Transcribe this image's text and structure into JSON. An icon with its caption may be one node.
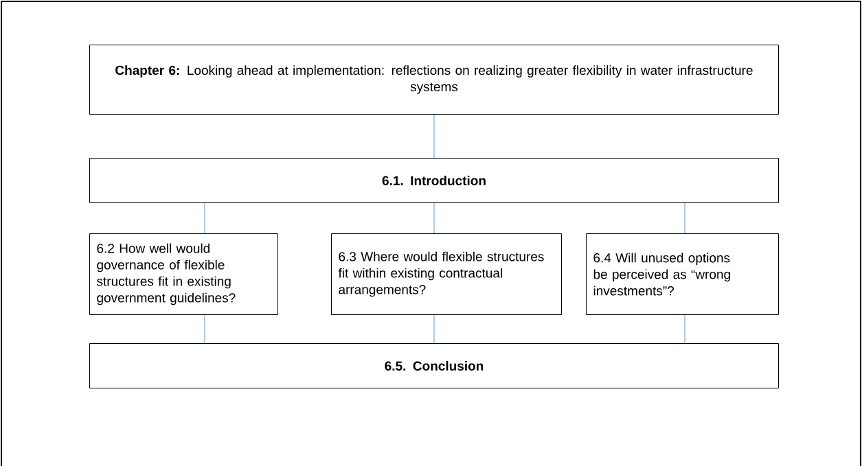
{
  "diagram": {
    "nodes": [
      {
        "text": [
          "**Chapter 6:** Looking ahead at implementation: reflections on realizing greater flexibility in water infrastructure systems"
        ]
      },
      {
        "text": [
          "6.1. Introduction"
        ]
      },
      {
        "text": [
          "6.2 How well would governance of flexible structures fit in existing government guidelines?"
        ]
      },
      {
        "text": [
          "6.3 Where would flexible structures fit within existing contractual arrangements?"
        ]
      },
      {
        "text": [
          "6.4 Will unused options be perceived as “wrong investments”?"
        ]
      },
      {
        "text": [
          "6.5. Conclusion"
        ]
      }
    ],
    "edges": [
      {
        "from": 0,
        "to": 1,
        "arrow": "none"
      },
      {
        "from": 1,
        "to": 2,
        "arrow": "none"
      },
      {
        "from": 1,
        "to": 3,
        "arrow": "none"
      },
      {
        "from": 1,
        "to": 4,
        "arrow": "none"
      },
      {
        "from": 2,
        "to": 5,
        "arrow": "none"
      },
      {
        "from": 3,
        "to": 5,
        "arrow": "none"
      },
      {
        "from": 4,
        "to": 5,
        "arrow": "none"
      }
    ]
  }
}
